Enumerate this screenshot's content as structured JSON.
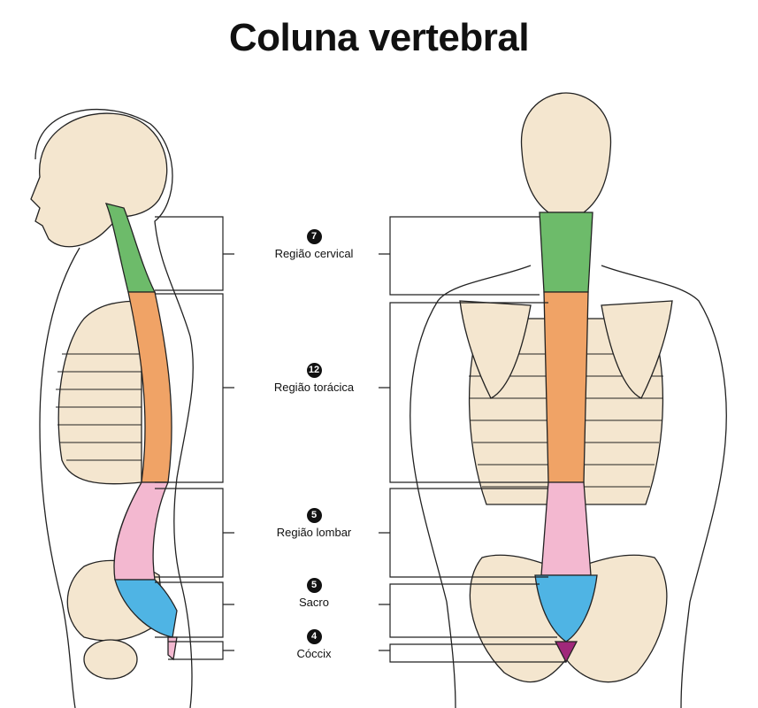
{
  "title": "Coluna vertebral",
  "regions": [
    {
      "count": "7",
      "name": "Região cervical",
      "color": "#6dbb6a"
    },
    {
      "count": "12",
      "name": "Região torácica",
      "color": "#f0a366"
    },
    {
      "count": "5",
      "name": "Região lombar",
      "color": "#f3b8d0"
    },
    {
      "count": "5",
      "name": "Sacro",
      "color": "#4fb4e4"
    },
    {
      "count": "4",
      "name": "Cóccix",
      "color": "#a0287a"
    }
  ],
  "colors": {
    "bone": "#f4e6cf",
    "outline": "#222222"
  }
}
